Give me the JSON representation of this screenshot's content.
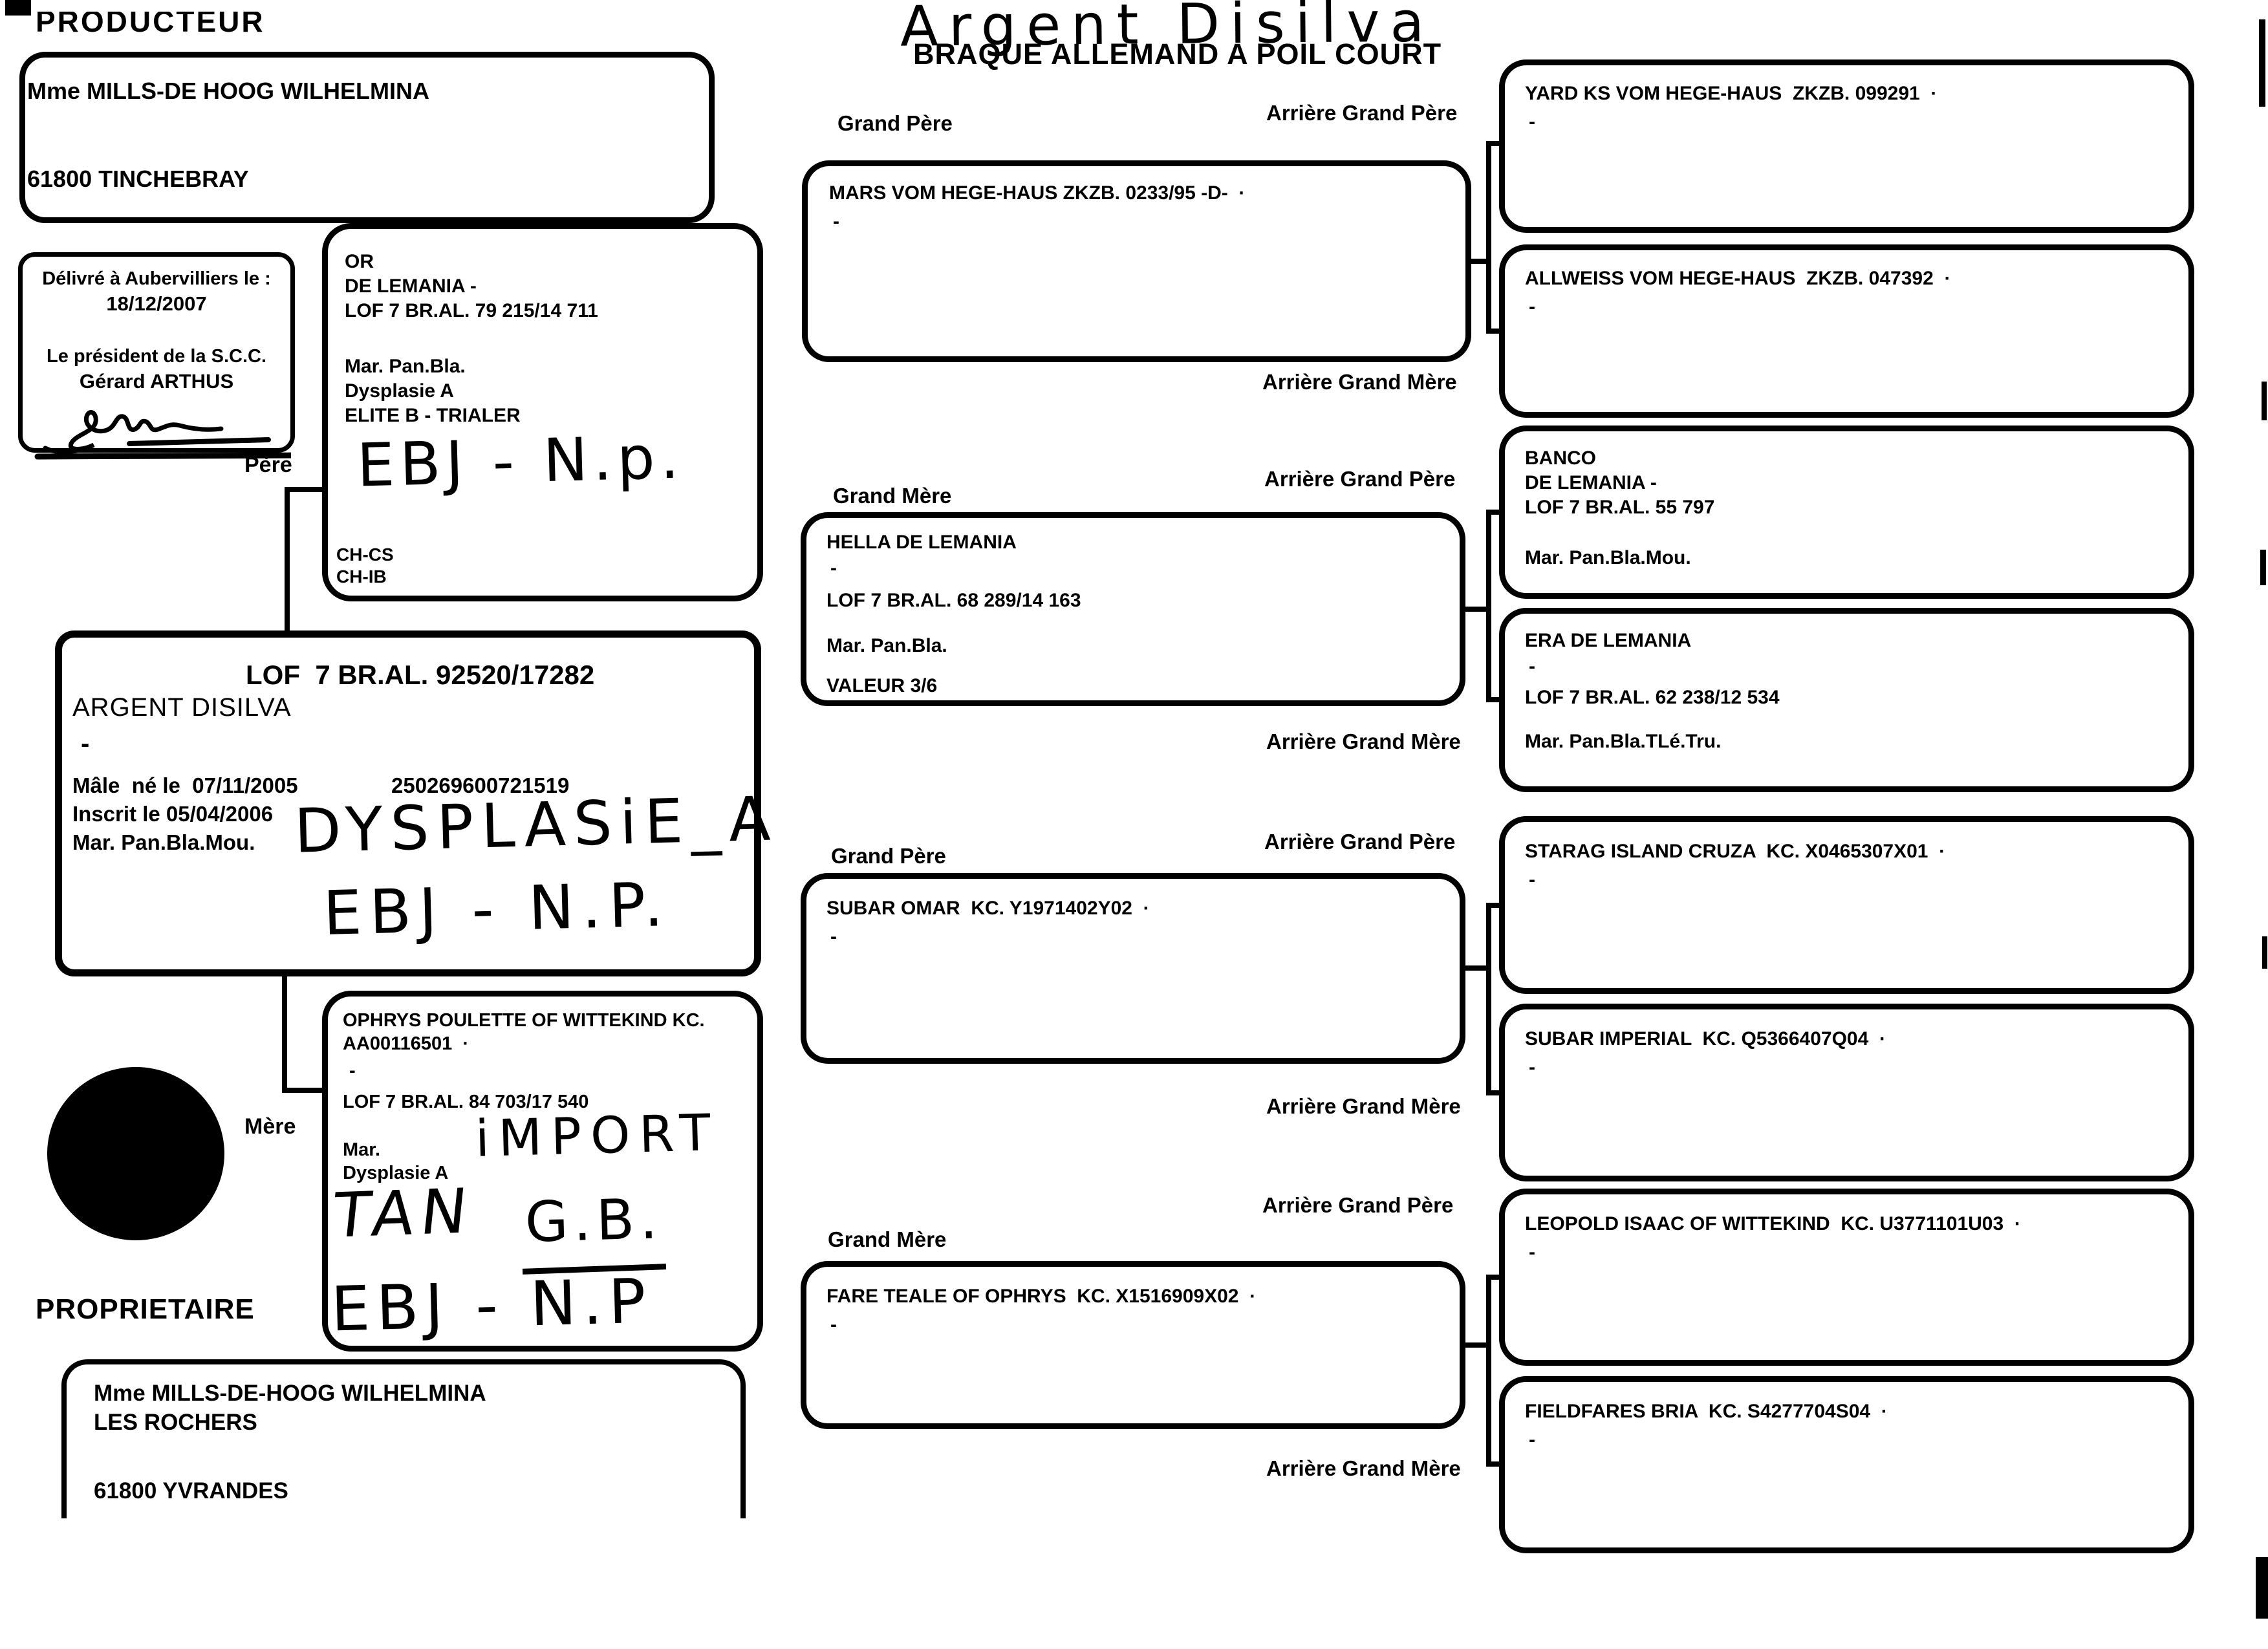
{
  "header": {
    "producteur": "PRODUCTEUR",
    "handwritten_title": "Argent Disilva",
    "breed": "BRAQUE ALLEMAND A POIL COURT",
    "proprietaire": "PROPRIETAIRE"
  },
  "producer": {
    "name": "Mme MILLS-DE HOOG WILHELMINA",
    "address": "61800 TINCHEBRAY"
  },
  "certificate": {
    "issued": "Délivré à Aubervilliers le :",
    "date": "18/12/2007",
    "president": "Le président de la S.C.C.",
    "president_name": "Gérard ARTHUS"
  },
  "owner": {
    "name": "Mme MILLS-DE-HOOG WILHELMINA",
    "residence": "LES ROCHERS",
    "address": "61800 YVRANDES"
  },
  "labels": {
    "pere": "Père",
    "mere": "Mère",
    "grand_pere": "Grand Père",
    "grand_mere": "Grand Mère",
    "arriere_grand_pere": "Arrière Grand Père",
    "arriere_grand_mere": "Arrière Grand Mère"
  },
  "subject": {
    "lof": "LOF  7 BR.AL. 92520/17282",
    "name": "ARGENT DISILVA",
    "dash": "-",
    "sex_birth": "Mâle  né le  07/11/2005",
    "microchip": "250269600721519",
    "registered": "Inscrit le 05/04/2006",
    "coat": "Mar. Pan.Bla.Mou.",
    "handwritten_dysplasie": "DYSPLASiE_A",
    "handwritten_working": "EBJ - N.P."
  },
  "sire": {
    "name_line1": "OR",
    "name_line2": "DE LEMANIA -",
    "lof": "LOF 7 BR.AL. 79 215/14 711",
    "coat": "Mar. Pan.Bla.",
    "dysplasia": "Dysplasie A",
    "titles": "ELITE B - TRIALER",
    "handwritten": "EBJ - N.p.",
    "champion1": "CH-CS",
    "champion2": "CH-IB"
  },
  "dam": {
    "name": "OPHRYS POULETTE OF WITTEKIND KC.",
    "registration": "AA00116501  ·",
    "dash": "-",
    "lof": "LOF 7 BR.AL. 84 703/17 540",
    "coat": "Mar.",
    "dysplasia": "Dysplasie A",
    "handwritten_import": "iMPORT",
    "handwritten_tan": "TAN",
    "handwritten_gb": "G.B.",
    "handwritten_working": "EBJ - N.P"
  },
  "grandparents": {
    "sire_sire": {
      "line1": "MARS VOM HEGE-HAUS ZKZB. 0233/95 -D-  ·",
      "line2": "-"
    },
    "sire_dam": {
      "name": "HELLA DE LEMANIA",
      "dash": "-",
      "lof": "LOF 7 BR.AL. 68 289/14 163",
      "coat": "Mar. Pan.Bla.",
      "valeur": "VALEUR 3/6"
    },
    "dam_sire": {
      "line1": "SUBAR OMAR  KC. Y1971402Y02  ·",
      "line2": "-"
    },
    "dam_dam": {
      "line1": "FARE TEALE OF OPHRYS  KC. X1516909X02  ·",
      "line2": "-"
    }
  },
  "great_grandparents": {
    "gg1": {
      "line1": "YARD KS VOM HEGE-HAUS  ZKZB. 099291  ·",
      "line2": "-"
    },
    "gg2": {
      "line1": "ALLWEISS VOM HEGE-HAUS  ZKZB. 047392  ·",
      "line2": "-"
    },
    "gg3": {
      "name1": "BANCO",
      "name2": "DE LEMANIA -",
      "lof": "LOF 7 BR.AL. 55 797",
      "coat": "Mar. Pan.Bla.Mou."
    },
    "gg4": {
      "name": "ERA DE LEMANIA",
      "dash": "-",
      "lof": "LOF 7 BR.AL. 62 238/12 534",
      "coat": "Mar. Pan.Bla.TLé.Tru."
    },
    "gg5": {
      "line1": "STARAG ISLAND CRUZA  KC. X0465307X01  ·",
      "line2": "-"
    },
    "gg6": {
      "line1": "SUBAR IMPERIAL  KC. Q5366407Q04  ·",
      "line2": "-"
    },
    "gg7": {
      "line1": "LEOPOLD ISAAC OF WITTEKIND  KC. U3771101U03  ·",
      "line2": "-"
    },
    "gg8": {
      "line1": "FIELDFARES BRIA  KC. S4277704S04  ·",
      "line2": "-"
    }
  }
}
